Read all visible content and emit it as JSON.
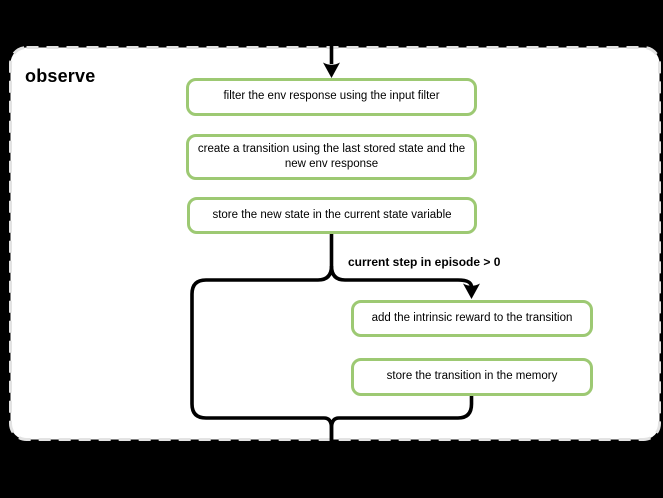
{
  "colors": {
    "background": "#000000",
    "panel_bg": "#ffffff",
    "panel_border": "#e3e3e3",
    "node_border": "#9dc973",
    "node_bg": "#ffffff",
    "wire": "#000000",
    "text": "#000000"
  },
  "diagram": {
    "title": "observe",
    "nodes": [
      {
        "id": "filter-env-response",
        "label": "filter the env response using the input filter"
      },
      {
        "id": "create-transition",
        "label": "create a transition using the last stored state and the new env response"
      },
      {
        "id": "store-new-state",
        "label": "store the new state in the current state variable"
      },
      {
        "id": "add-intrinsic-reward",
        "label": "add the intrinsic reward to the transition"
      },
      {
        "id": "store-transition",
        "label": "store the transition in the memory"
      }
    ],
    "edges": [
      {
        "id": "conditional-branch",
        "label": "current step in episode > 0"
      }
    ]
  }
}
